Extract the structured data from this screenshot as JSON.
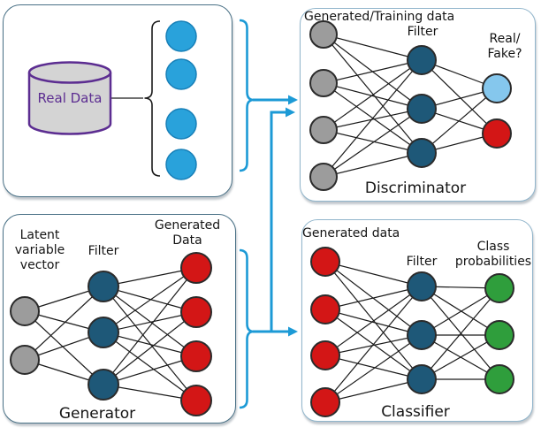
{
  "colors": {
    "arrow_blue": "#1c9ad6",
    "panel_border_dark": "#4a7186",
    "panel_border_light": "#92b6cc",
    "edge_black": "#1a1a1a",
    "node_stroke": "#2b2b2b",
    "gray": "#9c9c9c",
    "teal": "#1e5878",
    "red": "#d31616",
    "light_blue": "#85c7ed",
    "green": "#2f9e3c",
    "data_blue": "#29a2db",
    "data_blue_stroke": "#1880b8",
    "cylinder_purple": "#5c2d91",
    "cylinder_fill": "#d4d4d4"
  },
  "panels": {
    "real_data": {
      "cylinder_label": "Real Data",
      "sample_count": 4
    },
    "discriminator": {
      "title": "Discriminator",
      "input_label": "Generated/Training data",
      "filter_label": "Filter",
      "output_label": "Real/\nFake?"
    },
    "generator": {
      "title": "Generator",
      "input_label": "Latent\nvariable\nvector",
      "filter_label": "Filter",
      "output_label": "Generated\nData"
    },
    "classifier": {
      "title": "Classifier",
      "input_label": "Generated data",
      "filter_label": "Filter",
      "output_label": "Class\nprobabilities"
    }
  },
  "networks": {
    "discriminator": {
      "layers": [
        {
          "nodes": [
            "gray",
            "gray",
            "gray",
            "gray"
          ]
        },
        {
          "nodes": [
            "teal",
            "teal",
            "teal"
          ]
        },
        {
          "nodes": [
            "light_blue",
            "red"
          ]
        }
      ]
    },
    "generator": {
      "layers": [
        {
          "nodes": [
            "gray",
            "gray"
          ]
        },
        {
          "nodes": [
            "teal",
            "teal",
            "teal"
          ]
        },
        {
          "nodes": [
            "red",
            "red",
            "red",
            "red"
          ]
        }
      ]
    },
    "classifier": {
      "layers": [
        {
          "nodes": [
            "red",
            "red",
            "red",
            "red"
          ]
        },
        {
          "nodes": [
            "teal",
            "teal",
            "teal"
          ]
        },
        {
          "nodes": [
            "green",
            "green",
            "green"
          ]
        }
      ]
    }
  },
  "real_data_samples": {
    "count": 4,
    "color": "data_blue"
  }
}
